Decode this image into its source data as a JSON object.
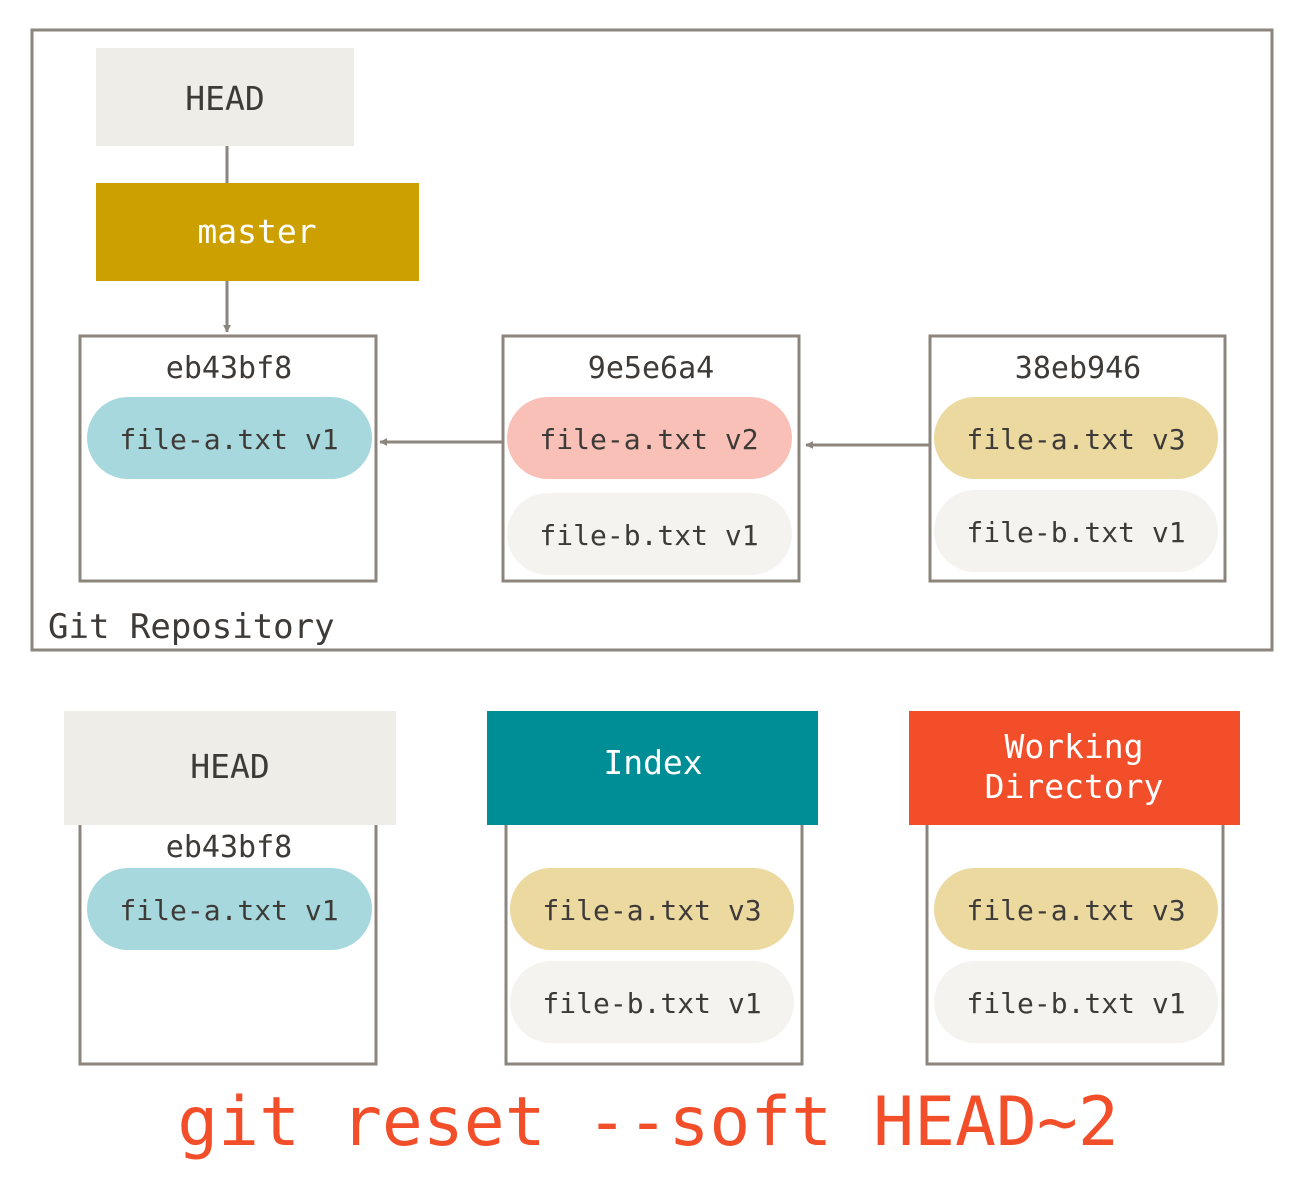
{
  "colors": {
    "frame": "#8c857e",
    "head_box": "#efede7",
    "master_box": "#cba000",
    "index_box": "#008e96",
    "workdir_box": "#f14e29",
    "pill_v1": "#a7d8dd",
    "pill_v2": "#f8c0b6",
    "pill_v3": "#ecd9a0",
    "pill_b": "#f4f3ef",
    "text_dark": "#3d3a37",
    "text_light": "#ffffff",
    "command_text": "#f14e29"
  },
  "repository": {
    "label": "Git Repository",
    "head_label": "HEAD",
    "branch_label": "master",
    "commits": [
      {
        "hash": "eb43bf8",
        "files": [
          {
            "name": "file-a.txt v1",
            "variant": "v1"
          }
        ]
      },
      {
        "hash": "9e5e6a4",
        "files": [
          {
            "name": "file-a.txt v2",
            "variant": "v2"
          },
          {
            "name": "file-b.txt v1",
            "variant": "b"
          }
        ]
      },
      {
        "hash": "38eb946",
        "files": [
          {
            "name": "file-a.txt v3",
            "variant": "v3"
          },
          {
            "name": "file-b.txt v1",
            "variant": "b"
          }
        ]
      }
    ]
  },
  "trees": [
    {
      "title_lines": [
        "HEAD"
      ],
      "subtitle": "eb43bf8",
      "style": "head",
      "files": [
        {
          "name": "file-a.txt v1",
          "variant": "v1"
        }
      ]
    },
    {
      "title_lines": [
        "Index"
      ],
      "subtitle": "",
      "style": "index",
      "files": [
        {
          "name": "file-a.txt v3",
          "variant": "v3"
        },
        {
          "name": "file-b.txt v1",
          "variant": "b"
        }
      ]
    },
    {
      "title_lines": [
        "Working",
        "Directory"
      ],
      "subtitle": "",
      "style": "workdir",
      "files": [
        {
          "name": "file-a.txt v3",
          "variant": "v3"
        },
        {
          "name": "file-b.txt v1",
          "variant": "b"
        }
      ]
    }
  ],
  "command": "git reset --soft HEAD~2"
}
